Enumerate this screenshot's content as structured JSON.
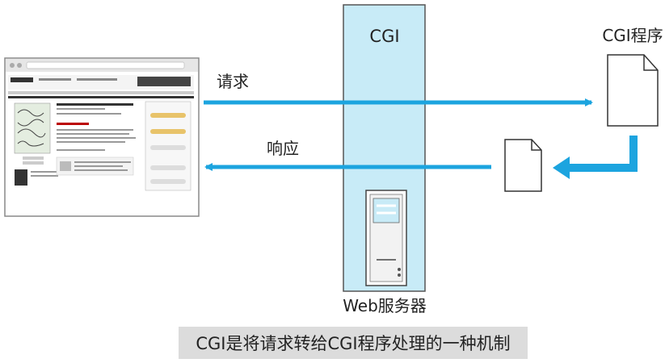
{
  "server_label": "CGI",
  "program_label": "CGI程序",
  "request_label": "请求",
  "response_label": "响应",
  "web_server_label": "Web服务器",
  "caption": "CGI是将请求转给CGI程序处理的一种机制",
  "colors": {
    "server_column": "#c8ebf7",
    "arrow": "#1ca4df",
    "caption_bg": "#dcdcdc"
  }
}
